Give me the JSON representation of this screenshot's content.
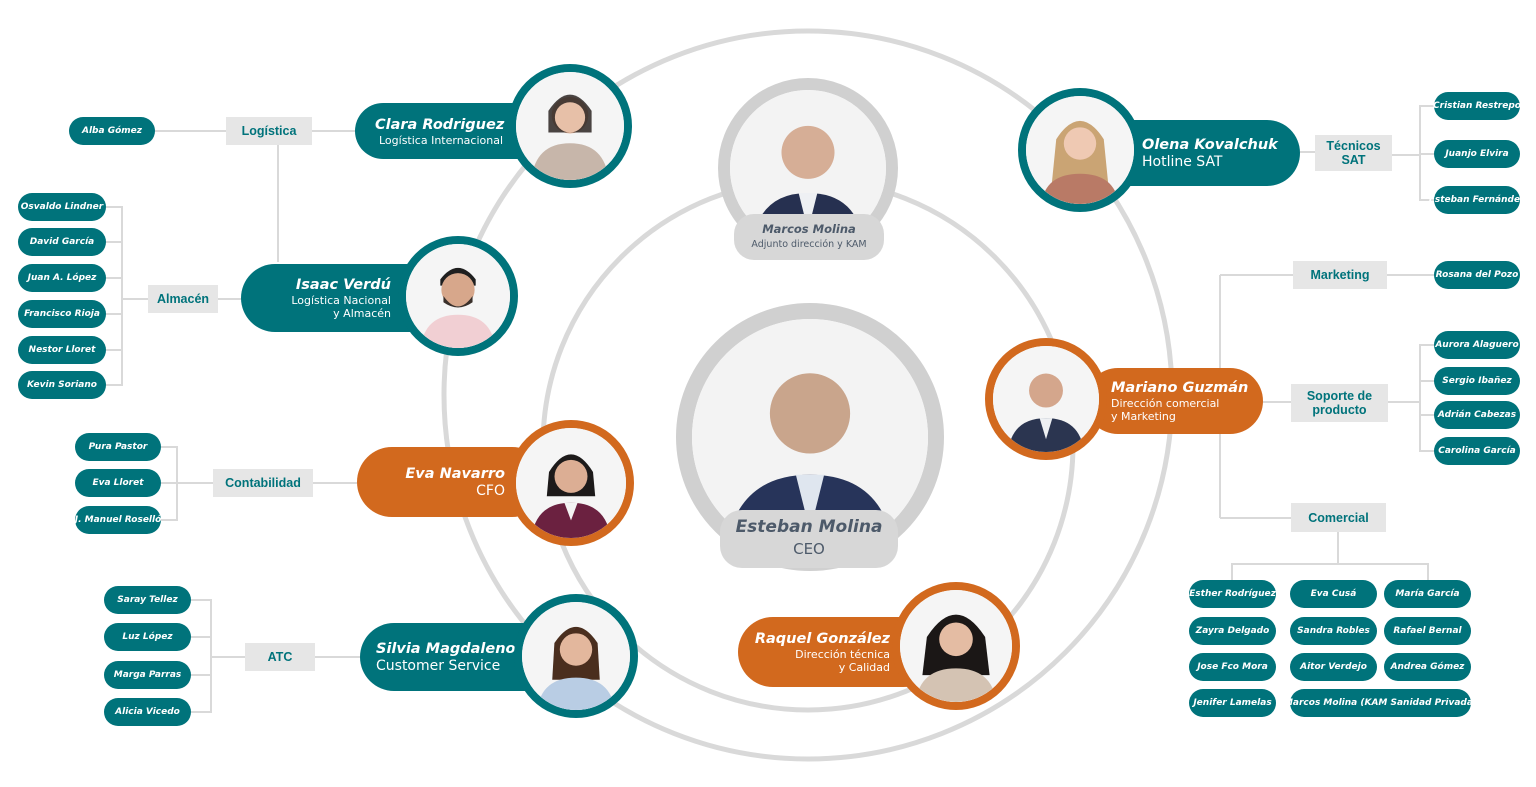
{
  "colors": {
    "teal": "#00737b",
    "orange": "#d2691e",
    "gray_box": "#e6e6e6",
    "ring": "#d9d9d9"
  },
  "icons": {
    "person": "person-photo-icon"
  },
  "ceo": {
    "name": "Esteban Molina",
    "role": "CEO"
  },
  "adjunto": {
    "name": "Marcos Molina",
    "role": "Adjunto dirección y KAM"
  },
  "managers": {
    "clara": {
      "name": "Clara Rodriguez",
      "role": "Logística Internacional"
    },
    "isaac": {
      "name": "Isaac Verdú",
      "role1": "Logística Nacional",
      "role2": "y Almacén"
    },
    "eva": {
      "name": "Eva Navarro",
      "role": "CFO"
    },
    "silvia": {
      "name": "Silvia Magdaleno",
      "role": "Customer Service"
    },
    "raquel": {
      "name": "Raquel González",
      "role1": "Dirección técnica",
      "role2": "y Calidad"
    },
    "mariano": {
      "name": "Mariano Guzmán",
      "role1": "Dirección comercial",
      "role2": "y Marketing"
    },
    "olena": {
      "name": "Olena Kovalchuk",
      "role": "Hotline SAT"
    }
  },
  "departments": {
    "logistica": "Logística",
    "almacen": "Almacén",
    "contabilidad": "Contabilidad",
    "atc": "ATC",
    "tecnicos": [
      "Técnicos",
      "SAT"
    ],
    "marketing": "Marketing",
    "soporte": [
      "Soporte de",
      "producto"
    ],
    "comercial": "Comercial"
  },
  "staff": {
    "logistica": [
      "Alba Gómez"
    ],
    "almacen": [
      "Osvaldo Lindner",
      "David García",
      "Juan A. López",
      "Francisco Rioja",
      "Nestor Lloret",
      "Kevin Soriano"
    ],
    "contabilidad": [
      "Pura Pastor",
      "Eva Lloret",
      "J. Manuel Roselló"
    ],
    "atc": [
      "Saray Tellez",
      "Luz López",
      "Marga Parras",
      "Alicia Vicedo"
    ],
    "tecnicos": [
      "Cristian Restrepo",
      "Juanjo Elvira",
      "Esteban Fernández"
    ],
    "marketing": [
      "Rosana del Pozo"
    ],
    "soporte": [
      "Aurora Alaguero",
      "Sergio Ibañez",
      "Adrián Cabezas",
      "Carolina García"
    ],
    "comercial": [
      "Esther Rodríguez",
      "Eva Cusá",
      "María García",
      "Zayra Delgado",
      "Sandra Robles",
      "Rafael Bernal",
      "Jose Fco Mora",
      "Aitor Verdejo",
      "Andrea Gómez",
      "Jenifer Lamelas",
      "Marcos Molina (KAM Sanidad Privada)"
    ]
  }
}
